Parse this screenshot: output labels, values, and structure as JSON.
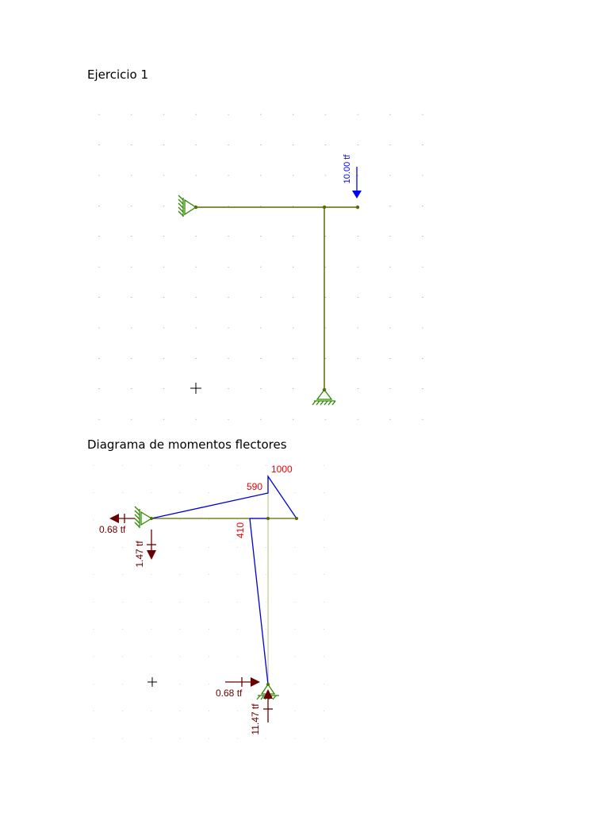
{
  "exercise_title": "Ejercicio 1",
  "load_label": "10.00 tf",
  "moment_section_title": "Diagrama de momentos flectores",
  "moment_labels": {
    "peak": "1000",
    "beam_left": "590",
    "column_top": "410"
  },
  "reactions": {
    "left_horizontal": "0.68 tf",
    "left_vertical": "1.47 tf",
    "base_horizontal": "0.68 tf",
    "base_vertical": "11.47 tf"
  },
  "colors": {
    "member": "#5a6a00",
    "support": "#2e8b00",
    "load": "#0000ff",
    "moment_line": "#0000dd",
    "moment_label": "#ee0000",
    "reaction": "#6b0000",
    "grid_dot": "#555555"
  }
}
